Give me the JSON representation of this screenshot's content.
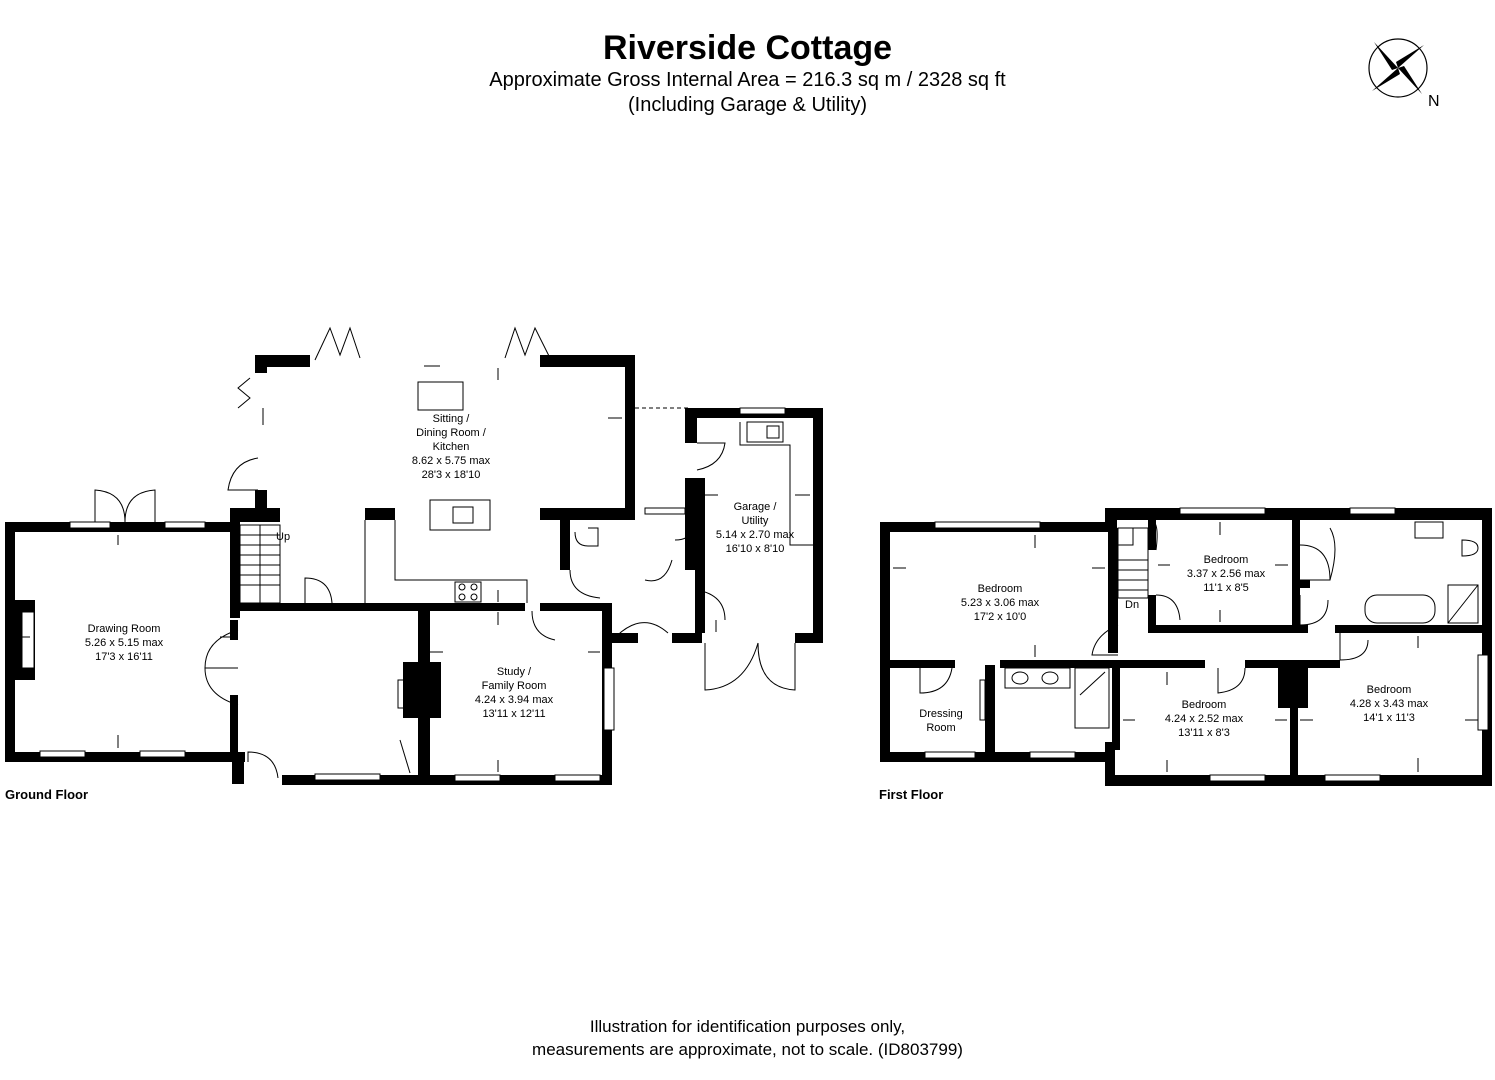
{
  "header": {
    "title": "Riverside Cottage",
    "area_line": "Approximate Gross Internal Area = 216.3 sq m / 2328 sq ft",
    "note_line": "(Including Garage & Utility)"
  },
  "compass": {
    "label": "N"
  },
  "floors": {
    "ground": {
      "label": "Ground Floor",
      "rooms": {
        "sitting": [
          "Sitting /",
          "Dining Room /",
          "Kitchen",
          "8.62 x 5.75 max",
          "28'3 x 18'10"
        ],
        "garage": [
          "Garage /",
          "Utility",
          "5.14 x 2.70 max",
          "16'10 x 8'10"
        ],
        "drawing": [
          "Drawing Room",
          "5.26 x 5.15 max",
          "17'3 x 16'11"
        ],
        "study": [
          "Study /",
          "Family Room",
          "4.24 x 3.94 max",
          "13'11 x 12'11"
        ]
      },
      "stairs_label": "Up"
    },
    "first": {
      "label": "First Floor",
      "rooms": {
        "bed1": [
          "Bedroom",
          "5.23 x 3.06 max",
          "17'2 x 10'0"
        ],
        "bed2": [
          "Bedroom",
          "3.37 x 2.56 max",
          "11'1 x 8'5"
        ],
        "dressing": [
          "Dressing",
          "Room"
        ],
        "bed3": [
          "Bedroom",
          "4.24 x 2.52 max",
          "13'11 x 8'3"
        ],
        "bed4": [
          "Bedroom",
          "4.28 x 3.43 max",
          "14'1 x 11'3"
        ]
      },
      "stairs_label": "Dn"
    }
  },
  "footer": {
    "line1": "Illustration for identification purposes only,",
    "line2": "measurements are approximate, not to scale. (ID803799)"
  }
}
